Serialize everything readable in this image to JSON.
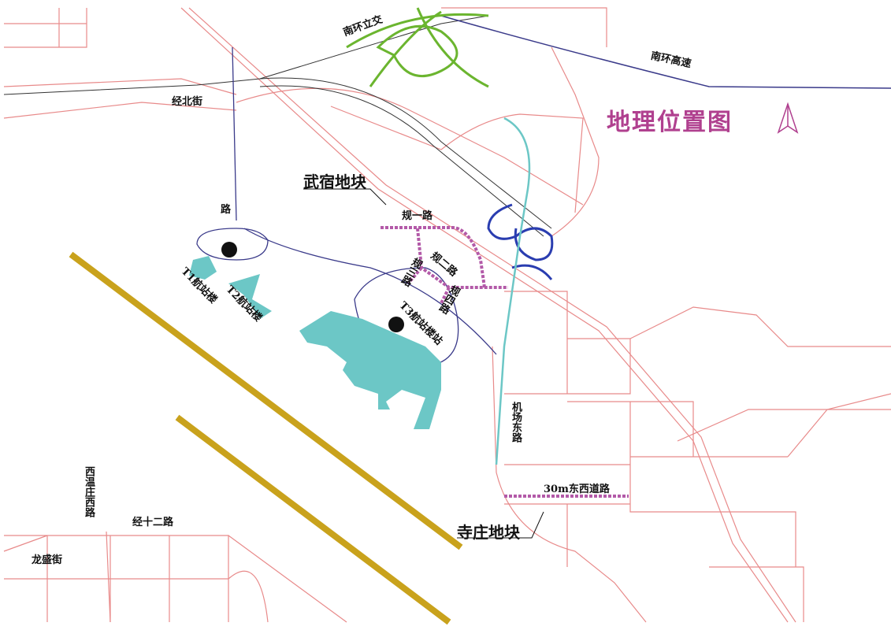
{
  "title": "地理位置图",
  "icons": {
    "north_arrow": "north-arrow-icon",
    "station": "metro-station-icon"
  },
  "colors": {
    "title": "#b0408f",
    "runway": "#c9a21c",
    "terminal": "#6cc7c6",
    "planned_road": "#b35aa8",
    "interchange_green": "#6bb52f",
    "interchange_blue": "#1f3aa8",
    "road": "#e88a8a"
  },
  "labels": {
    "nanhuan_interchange": "南环立交",
    "nanhuan_expressway": "南环高速",
    "jingbei_street": "经北街",
    "wusu_parcel": "武宿地块",
    "road_partial": "路",
    "gui1": "规一路",
    "gui2": "规二路",
    "gui3": "规三路",
    "gui4": "规四路",
    "t1": "T1航站楼",
    "t2": "T2航站楼",
    "t3": "T3航站楼站",
    "airport_east_road": "机场东路",
    "east_west_road": "30m东西道路",
    "sizhuang_parcel": "寺庄地块",
    "xiwenzhuang_west_road": "西温庄西路",
    "jing12_road": "经十二路",
    "longsheng_street": "龙盛街"
  }
}
